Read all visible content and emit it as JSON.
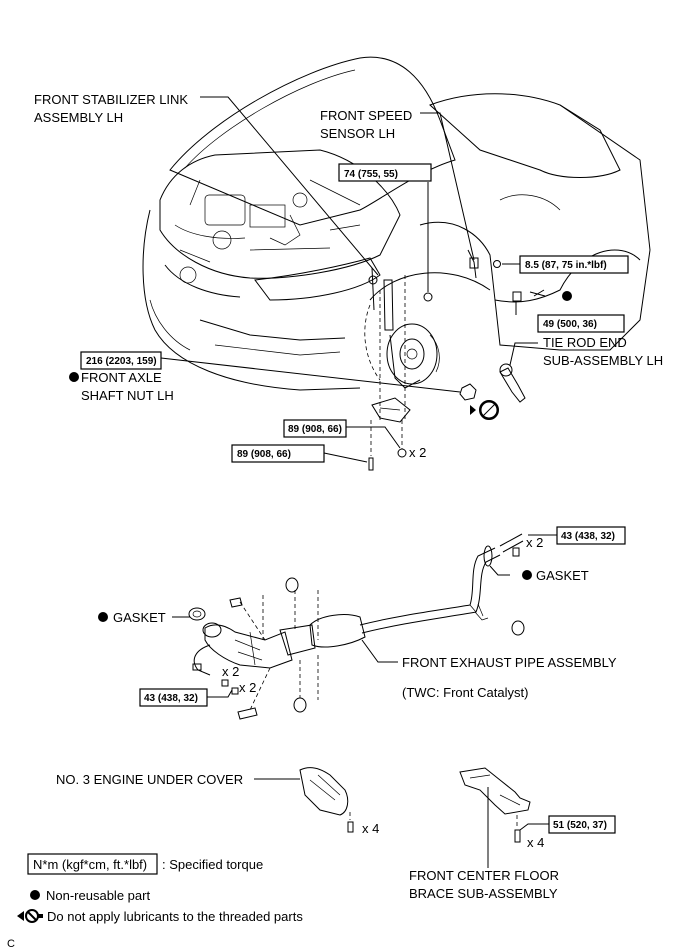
{
  "labels": {
    "stab_link": [
      "FRONT STABILIZER LINK",
      "ASSEMBLY LH"
    ],
    "speed_sensor": [
      "FRONT SPEED",
      "SENSOR LH"
    ],
    "tie_rod": [
      "TIE ROD END",
      "SUB-ASSEMBLY LH"
    ],
    "axle_nut": [
      "FRONT AXLE",
      "SHAFT NUT LH"
    ],
    "gasket_right": "GASKET",
    "gasket_left": "GASKET",
    "exhaust_pipe": "FRONT EXHAUST PIPE ASSEMBLY",
    "twc": "(TWC: Front Catalyst)",
    "under_cover": "NO. 3 ENGINE UNDER COVER",
    "floor_brace": [
      "FRONT CENTER FLOOR",
      "BRACE SUB-ASSEMBLY"
    ]
  },
  "torques": {
    "t74": "74 (755, 55)",
    "t85": "8.5 (87, 75 in.*lbf)",
    "t49": "49 (500, 36)",
    "t216": "216 (2203, 159)",
    "t89a": "89 (908, 66)",
    "t89b": "89 (908, 66)",
    "t43a": "43 (438, 32)",
    "t43b": "43 (438, 32)",
    "t51": "51 (520, 37)"
  },
  "quantities": {
    "q_nut89": "x 2",
    "q_pipe_top": "x 2",
    "q_cat_a": "x 2",
    "q_cat_b": "x 2",
    "q_cover": "x 4",
    "q_brace": "x 4"
  },
  "legend": {
    "torque_unit": "N*m (kgf*cm, ft.*lbf)",
    "torque_desc": ": Specified torque",
    "non_reusable": "Non-reusable part",
    "no_lube": "Do not apply lubricants to the threaded parts"
  },
  "figure_code": "C",
  "icons": {
    "non_reusable": "filled-circle-icon",
    "no_lube": "no-lubricant-icon"
  }
}
